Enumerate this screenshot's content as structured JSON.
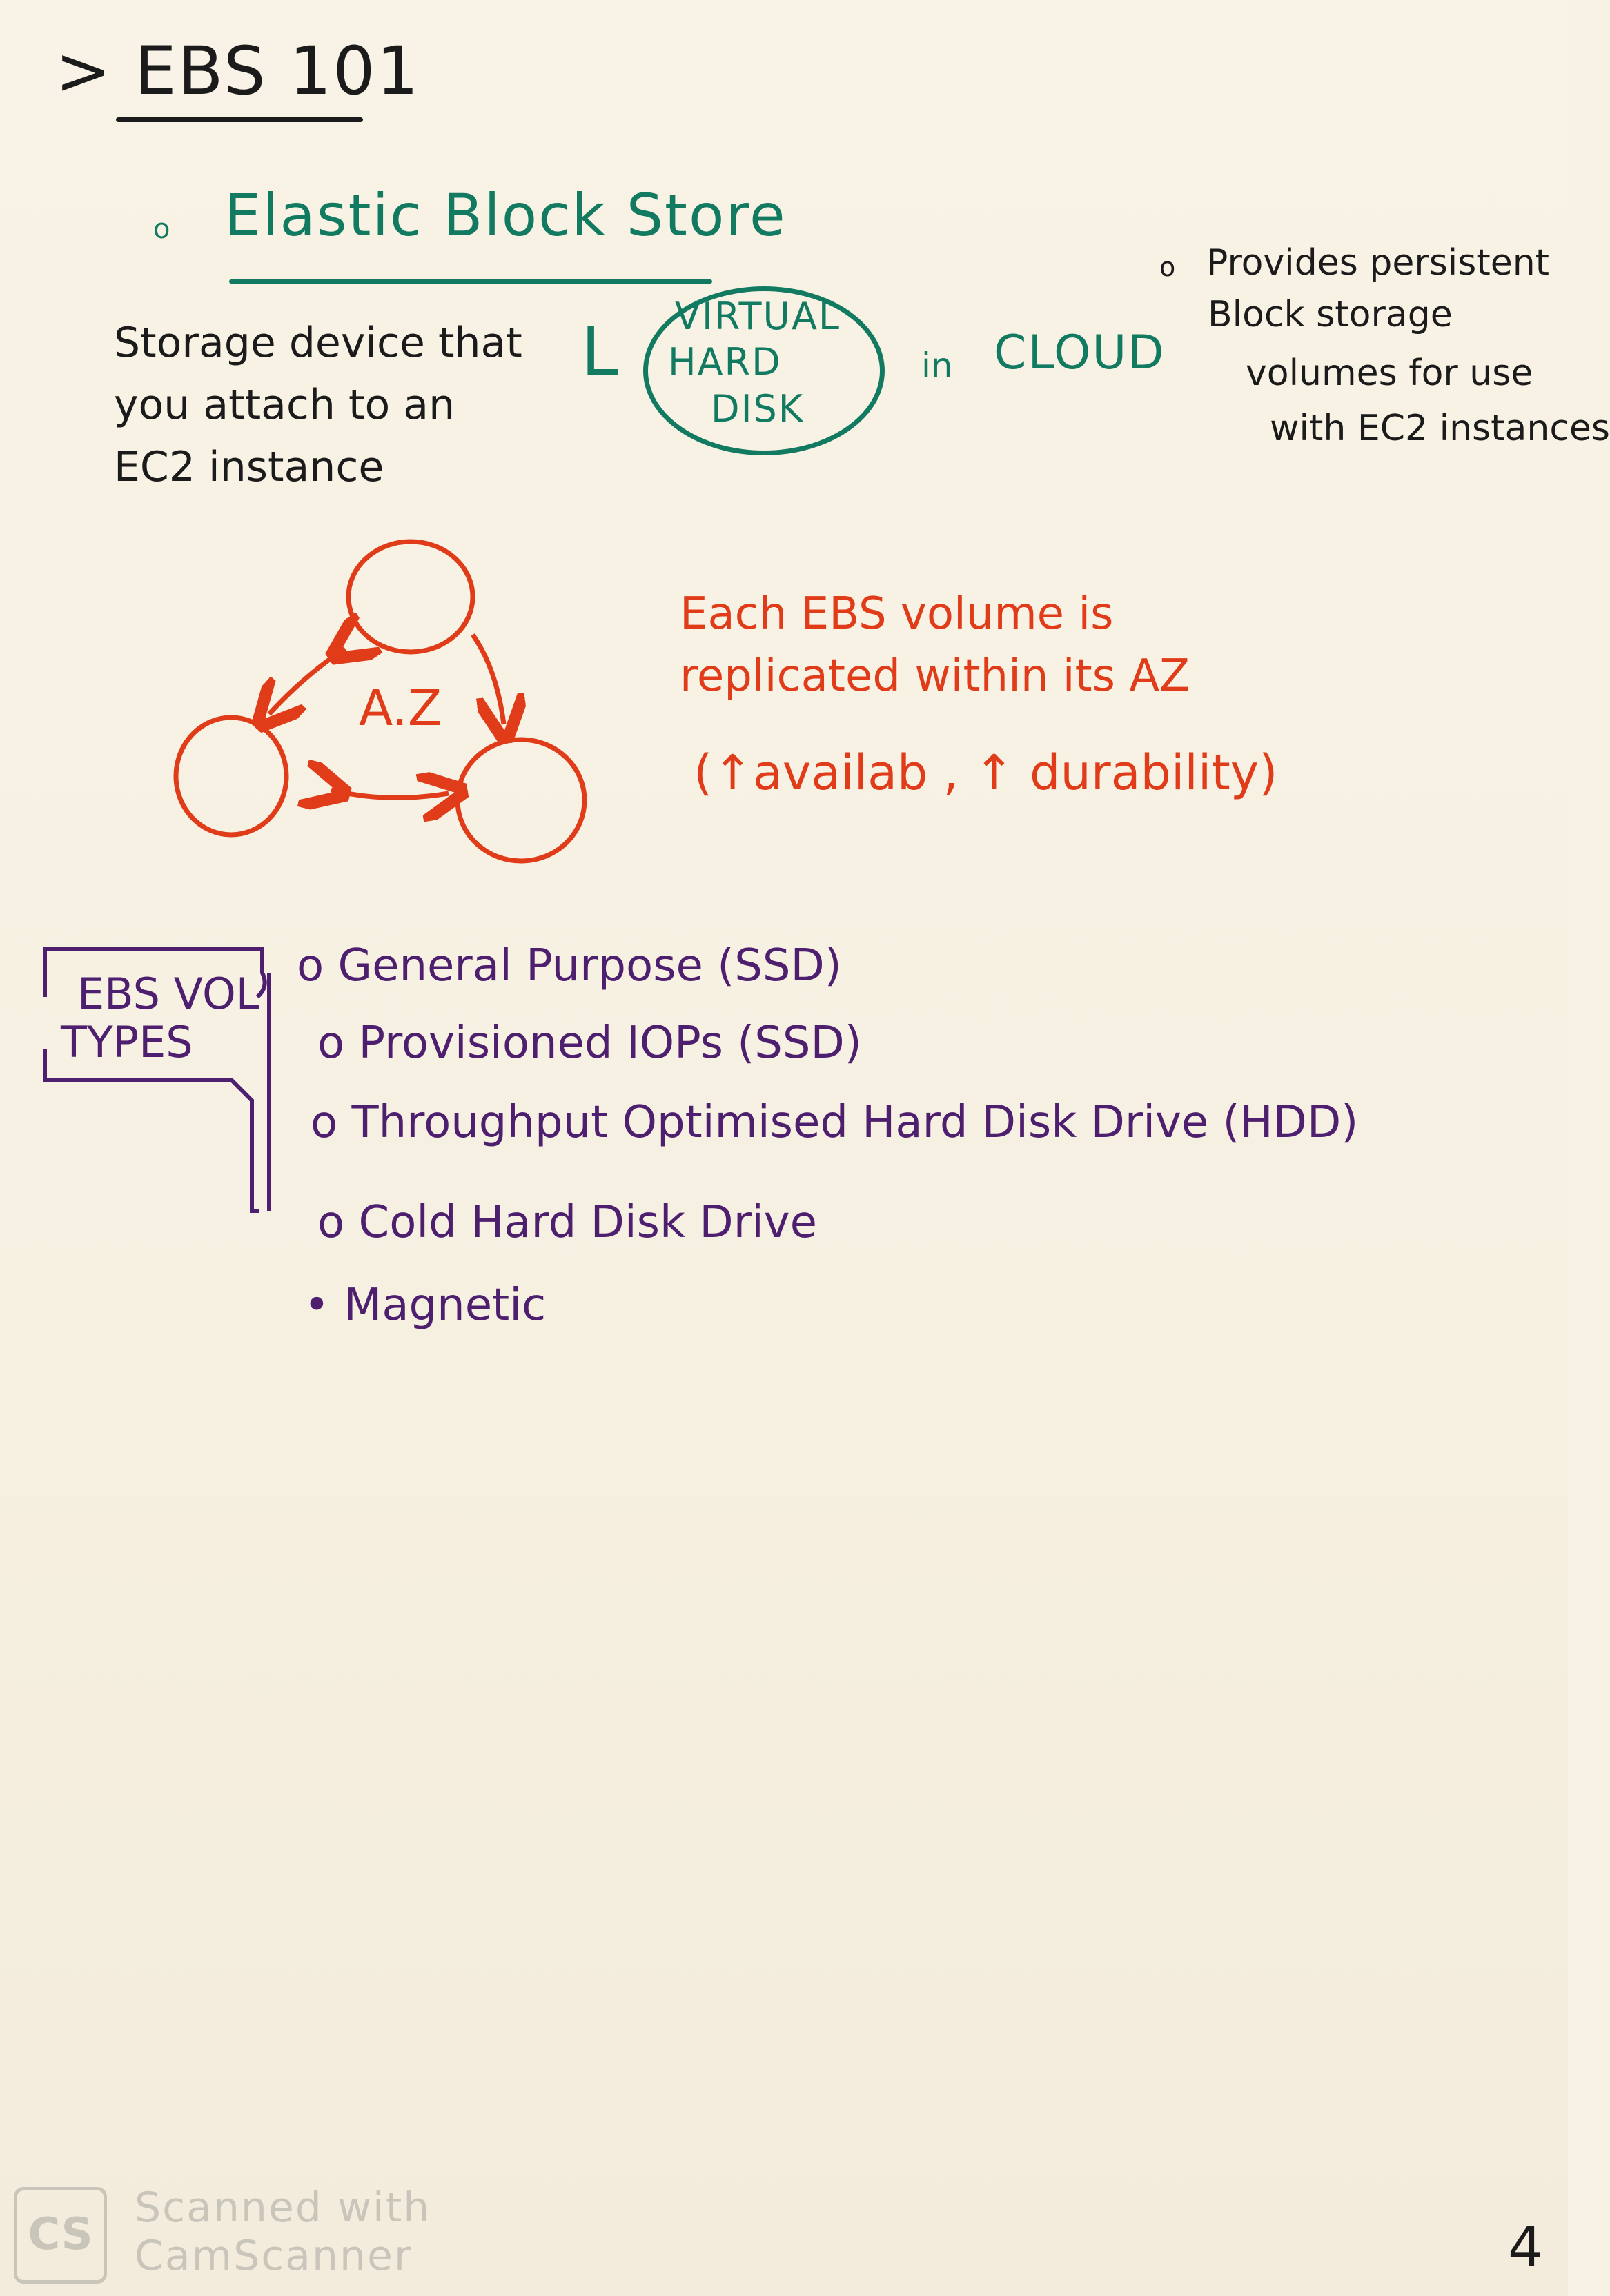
{
  "header": {
    "title": "> EBS 101"
  },
  "intro": {
    "bullet": "o",
    "heading": "Elastic Block Store",
    "description_lines": [
      "Storage device that",
      "you attach to an",
      "EC2 instance"
    ],
    "arrow": "L",
    "disk_lines": [
      "VIRTUAL",
      "HARD",
      "DISK"
    ],
    "in_word": "in",
    "cloud_word": "CLOUD"
  },
  "side_note": {
    "bullet": "o",
    "lines": [
      "Provides persistent",
      "Block storage",
      "volumes for use",
      "with EC2 instances"
    ]
  },
  "az_diagram": {
    "label": "A.Z"
  },
  "replication": {
    "lines": [
      "Each EBS volume is",
      "replicated within its AZ",
      "(↑availab , ↑ durability)"
    ]
  },
  "volume_types": {
    "box_label_lines": [
      "EBS VOL",
      "TYPES"
    ],
    "items": [
      "o General Purpose (SSD)",
      "o Provisioned IOPs (SSD)",
      "o Throughput Optimised Hard Disk Drive (HDD)",
      "o Cold Hard Disk Drive",
      "• Magnetic"
    ]
  },
  "watermark": {
    "logo": "CS",
    "lines": [
      "Scanned with",
      "CamScanner"
    ]
  },
  "page_number": "4",
  "colors": {
    "ink_black": "#1b1b1b",
    "ink_green": "#137a62",
    "ink_red": "#e03c19",
    "ink_purple": "#4d1f6e",
    "paper": "#f7f2e4"
  }
}
